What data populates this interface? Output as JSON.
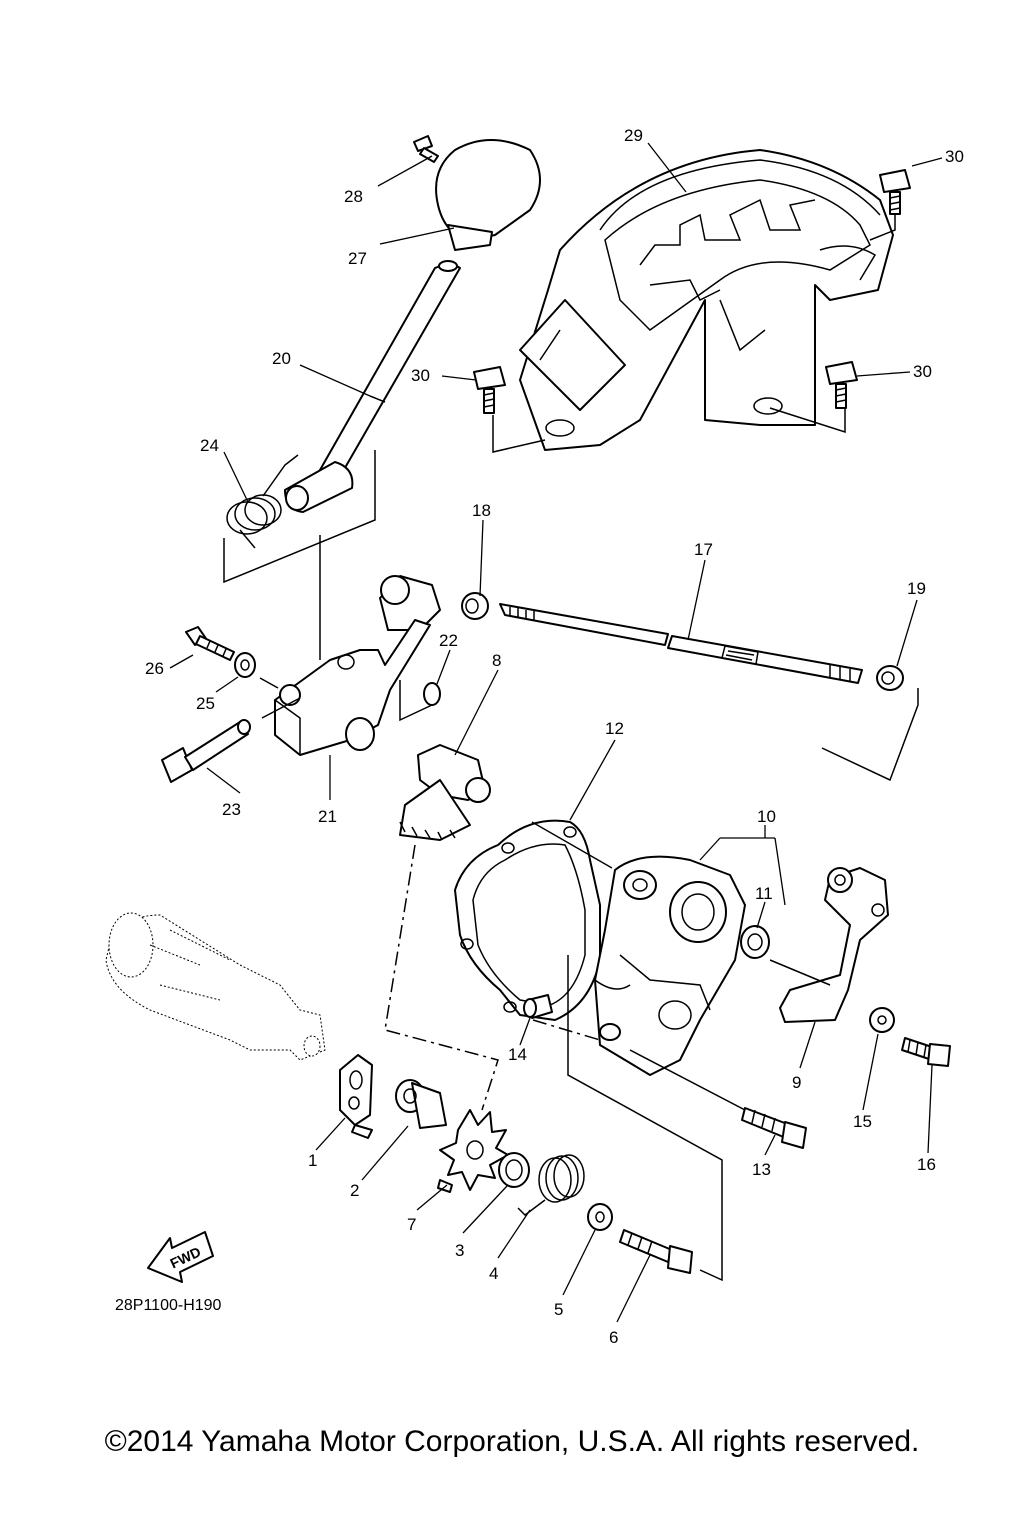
{
  "diagram": {
    "code": "28P1100-H190",
    "fwd_label": "FWD",
    "copyright": "©2014 Yamaha Motor Corporation, U.S.A. All rights reserved.",
    "parts": [
      {
        "ref": "1",
        "label": "1"
      },
      {
        "ref": "2",
        "label": "2"
      },
      {
        "ref": "3",
        "label": "3"
      },
      {
        "ref": "4",
        "label": "4"
      },
      {
        "ref": "5",
        "label": "5"
      },
      {
        "ref": "6",
        "label": "6"
      },
      {
        "ref": "7",
        "label": "7"
      },
      {
        "ref": "8",
        "label": "8"
      },
      {
        "ref": "9",
        "label": "9"
      },
      {
        "ref": "10",
        "label": "10"
      },
      {
        "ref": "11",
        "label": "11"
      },
      {
        "ref": "12",
        "label": "12"
      },
      {
        "ref": "13",
        "label": "13"
      },
      {
        "ref": "14",
        "label": "14"
      },
      {
        "ref": "15",
        "label": "15"
      },
      {
        "ref": "16",
        "label": "16"
      },
      {
        "ref": "17",
        "label": "17"
      },
      {
        "ref": "18",
        "label": "18"
      },
      {
        "ref": "19",
        "label": "19"
      },
      {
        "ref": "20",
        "label": "20"
      },
      {
        "ref": "21",
        "label": "21"
      },
      {
        "ref": "22",
        "label": "22"
      },
      {
        "ref": "23",
        "label": "23"
      },
      {
        "ref": "24",
        "label": "24"
      },
      {
        "ref": "25",
        "label": "25"
      },
      {
        "ref": "26",
        "label": "26"
      },
      {
        "ref": "27",
        "label": "27"
      },
      {
        "ref": "28",
        "label": "28"
      },
      {
        "ref": "29",
        "label": "29"
      },
      {
        "ref": "30a",
        "label": "30"
      },
      {
        "ref": "30b",
        "label": "30"
      },
      {
        "ref": "30c",
        "label": "30"
      }
    ]
  }
}
